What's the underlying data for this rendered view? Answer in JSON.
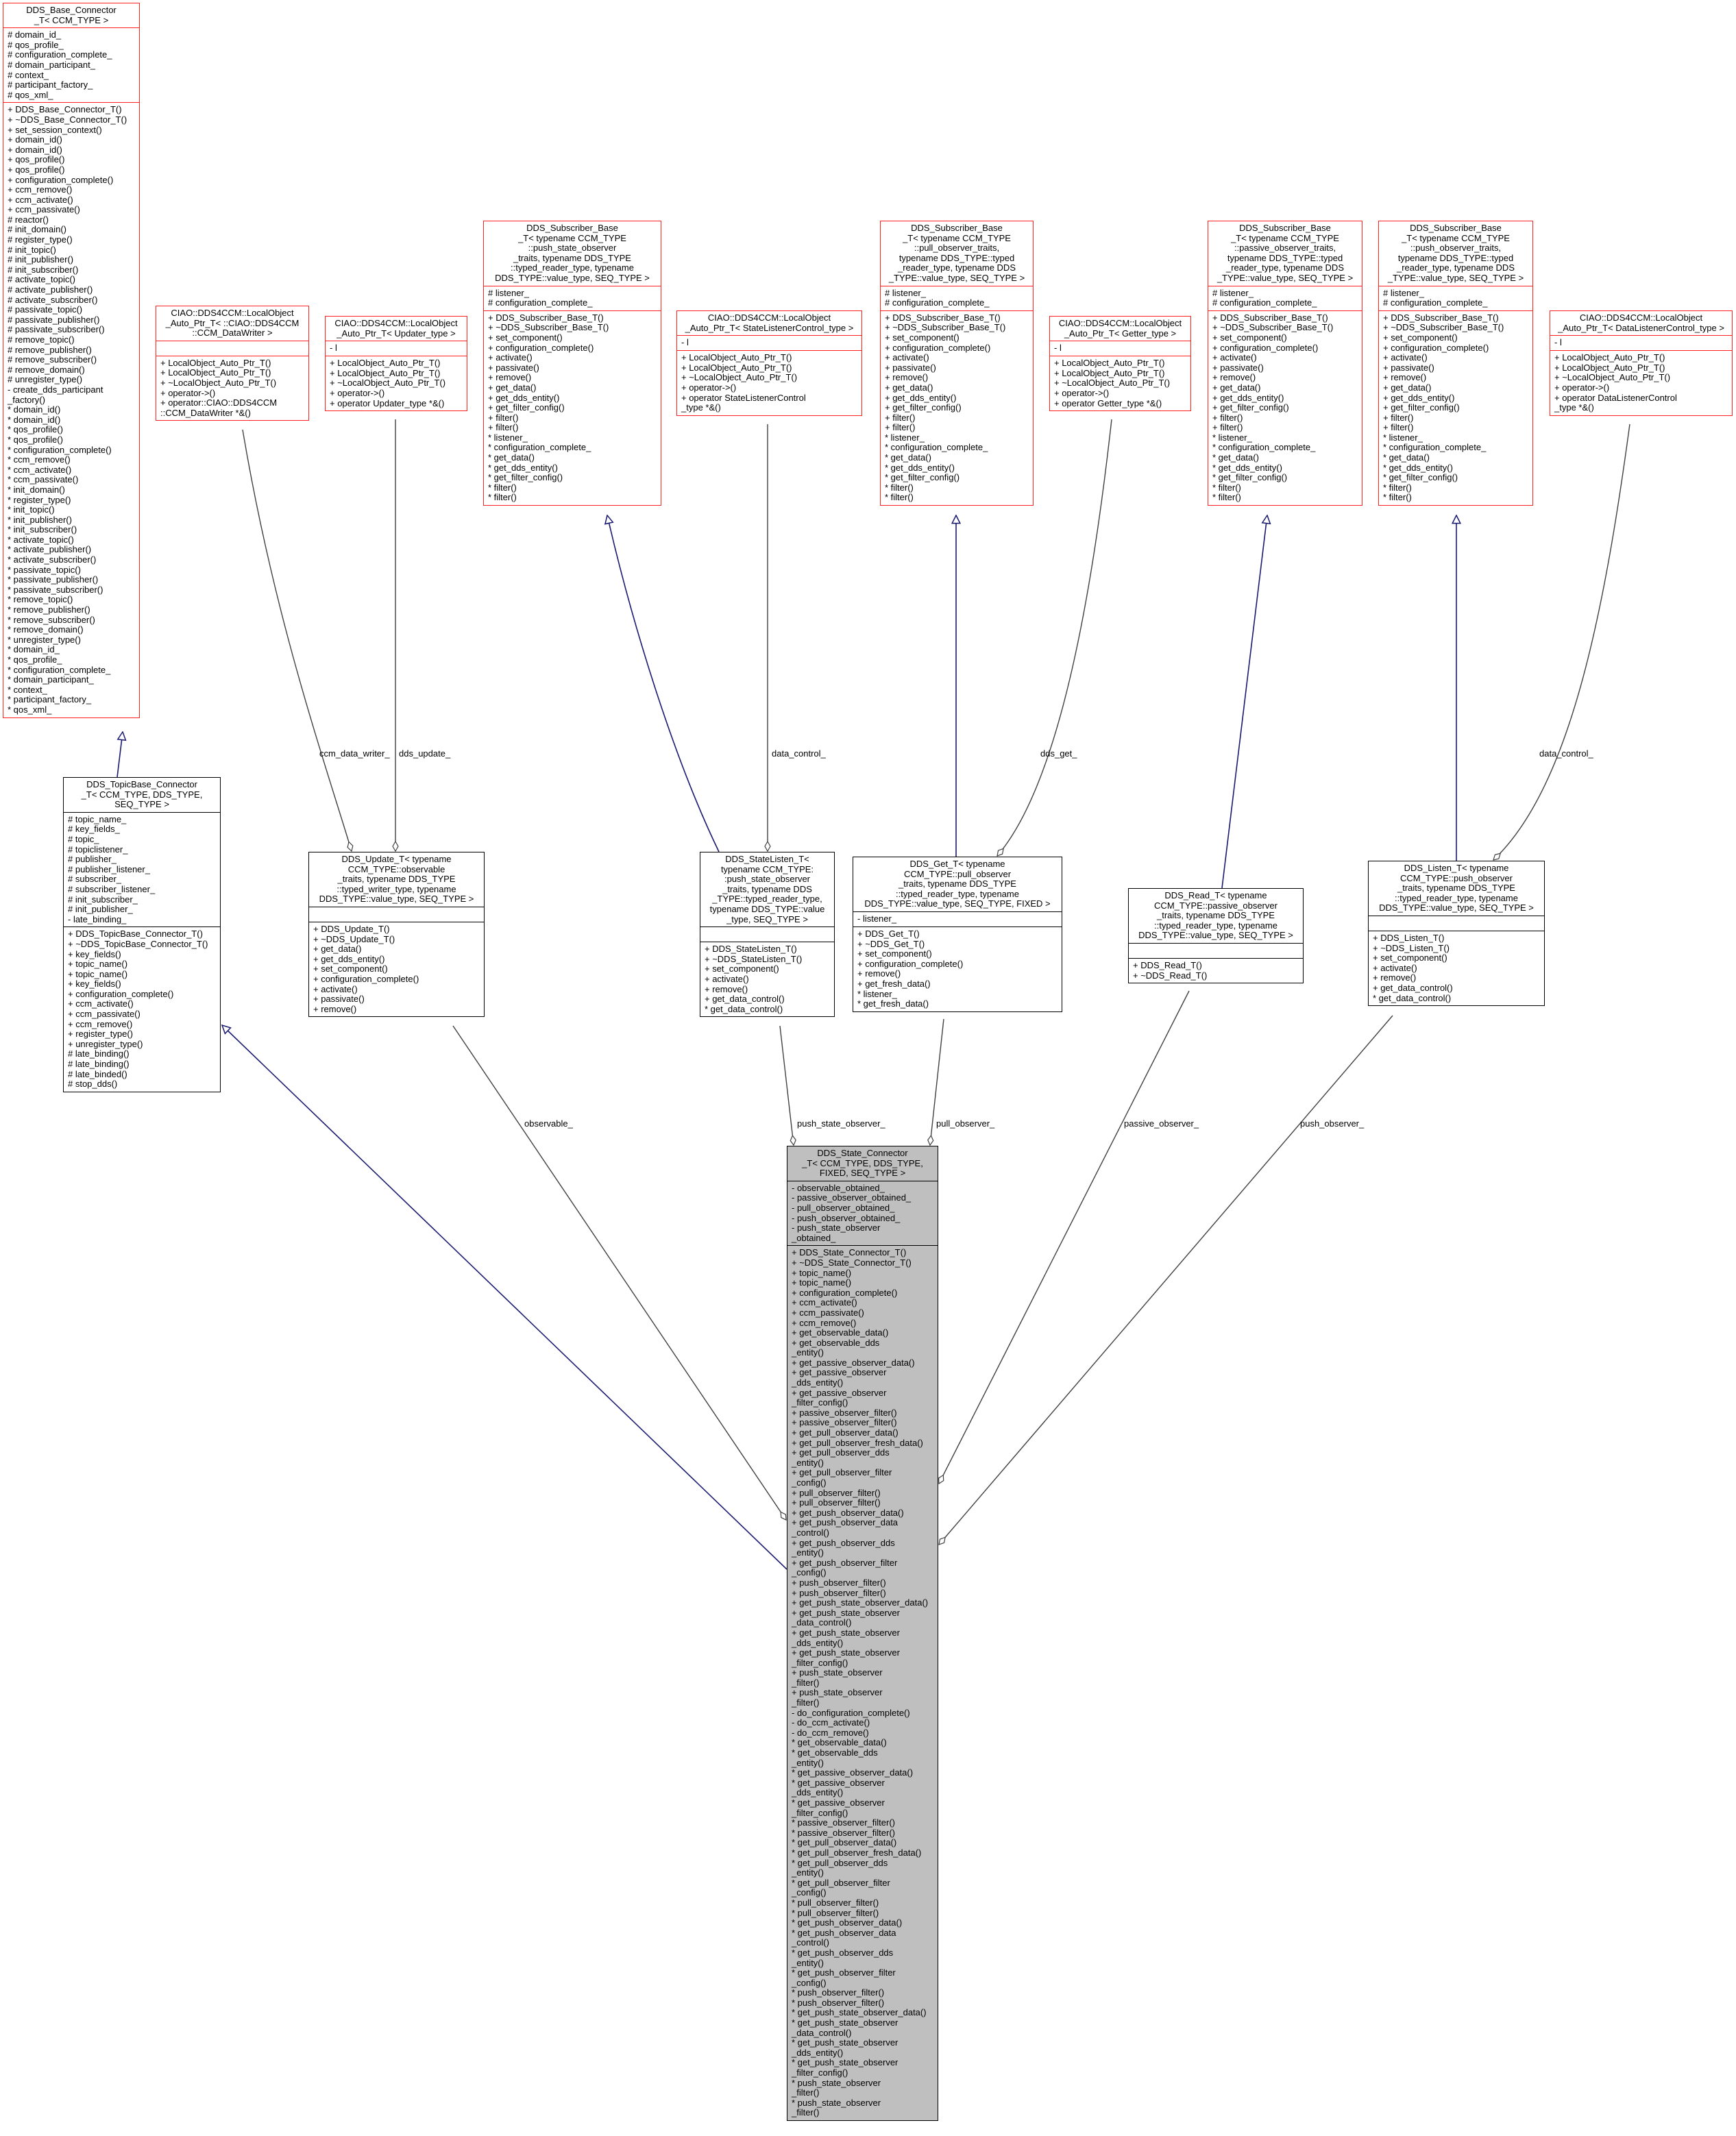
{
  "classes": [
    {
      "id": "base",
      "style": "red",
      "title": [
        "DDS_Base_Connector",
        "_T< CCM_TYPE >"
      ],
      "attrs": [
        "# domain_id_",
        "# qos_profile_",
        "# configuration_complete_",
        "# domain_participant_",
        "# context_",
        "# participant_factory_",
        "# qos_xml_"
      ],
      "methods": [
        "+ DDS_Base_Connector_T()",
        "+ ~DDS_Base_Connector_T()",
        "+ set_session_context()",
        "+ domain_id()",
        "+ domain_id()",
        "+ qos_profile()",
        "+ qos_profile()",
        "+ configuration_complete()",
        "+ ccm_remove()",
        "+ ccm_activate()",
        "+ ccm_passivate()",
        "# reactor()",
        "# init_domain()",
        "# register_type()",
        "# init_topic()",
        "# init_publisher()",
        "# init_subscriber()",
        "# activate_topic()",
        "# activate_publisher()",
        "# activate_subscriber()",
        "# passivate_topic()",
        "# passivate_publisher()",
        "# passivate_subscriber()",
        "# remove_topic()",
        "# remove_publisher()",
        "# remove_subscriber()",
        "# remove_domain()",
        "# unregister_type()",
        "- create_dds_participant",
        "_factory()",
        "* domain_id()",
        "* domain_id()",
        "* qos_profile()",
        "* qos_profile()",
        "* configuration_complete()",
        "* ccm_remove()",
        "* ccm_activate()",
        "* ccm_passivate()",
        "* init_domain()",
        "* register_type()",
        "* init_topic()",
        "* init_publisher()",
        "* init_subscriber()",
        "* activate_topic()",
        "* activate_publisher()",
        "* activate_subscriber()",
        "* passivate_topic()",
        "* passivate_publisher()",
        "* passivate_subscriber()",
        "* remove_topic()",
        "* remove_publisher()",
        "* remove_subscriber()",
        "* remove_domain()",
        "* unregister_type()",
        "* domain_id_",
        "* qos_profile_",
        "* configuration_complete_",
        "* domain_participant_",
        "* context_",
        "* participant_factory_",
        "* qos_xml_"
      ]
    },
    {
      "id": "topicbase",
      "style": "black",
      "title": [
        "DDS_TopicBase_Connector",
        "_T< CCM_TYPE, DDS_TYPE,",
        "SEQ_TYPE >"
      ],
      "attrs": [
        "# topic_name_",
        "# key_fields_",
        "# topic_",
        "# topiclistener_",
        "# publisher_",
        "# publisher_listener_",
        "# subscriber_",
        "# subscriber_listener_",
        "# init_subscriber_",
        "# init_publisher_",
        "- late_binding_"
      ],
      "methods": [
        "+ DDS_TopicBase_Connector_T()",
        "+ ~DDS_TopicBase_Connector_T()",
        "+ key_fields()",
        "+ topic_name()",
        "+ topic_name()",
        "+ key_fields()",
        "+ configuration_complete()",
        "+ ccm_activate()",
        "+ ccm_passivate()",
        "+ ccm_remove()",
        "+ register_type()",
        "+ unregister_type()",
        "# late_binding()",
        "# late_binding()",
        "# late_binded()",
        "# stop_dds()"
      ]
    },
    {
      "id": "ciao_datawriter",
      "style": "red",
      "title": [
        "CIAO::DDS4CCM::LocalObject",
        "_Auto_Ptr_T< ::CIAO::DDS4CCM",
        "::CCM_DataWriter >"
      ],
      "attrs": [],
      "methods": [
        "+ LocalObject_Auto_Ptr_T()",
        "+ LocalObject_Auto_Ptr_T()",
        "+ ~LocalObject_Auto_Ptr_T()",
        "+ operator->()",
        "+ operator::CIAO::DDS4CCM",
        "::CCM_DataWriter *&()"
      ]
    },
    {
      "id": "ciao_updater",
      "style": "red",
      "title": [
        "CIAO::DDS4CCM::LocalObject",
        "_Auto_Ptr_T< Updater_type >"
      ],
      "attrs": [
        "- l"
      ],
      "methods": [
        "+ LocalObject_Auto_Ptr_T()",
        "+ LocalObject_Auto_Ptr_T()",
        "+ ~LocalObject_Auto_Ptr_T()",
        "+ operator->()",
        "+ operator Updater_type *&()"
      ]
    },
    {
      "id": "sub_push_state",
      "style": "red",
      "title": [
        "DDS_Subscriber_Base",
        "_T< typename CCM_TYPE",
        "::push_state_observer",
        "_traits, typename DDS_TYPE",
        "::typed_reader_type, typename",
        "DDS_TYPE::value_type, SEQ_TYPE >"
      ],
      "attrs": [
        "# listener_",
        "# configuration_complete_"
      ],
      "methods": [
        "+ DDS_Subscriber_Base_T()",
        "+ ~DDS_Subscriber_Base_T()",
        "+ set_component()",
        "+ configuration_complete()",
        "+ activate()",
        "+ passivate()",
        "+ remove()",
        "+ get_data()",
        "+ get_dds_entity()",
        "+ get_filter_config()",
        "+ filter()",
        "+ filter()",
        "* listener_",
        "* configuration_complete_",
        "* get_data()",
        "* get_dds_entity()",
        "* get_filter_config()",
        "* filter()",
        "* filter()"
      ]
    },
    {
      "id": "ciao_statelistener",
      "style": "red",
      "title": [
        "CIAO::DDS4CCM::LocalObject",
        "_Auto_Ptr_T< StateListenerControl_type >"
      ],
      "attrs": [
        "- l"
      ],
      "methods": [
        "+ LocalObject_Auto_Ptr_T()",
        "+ LocalObject_Auto_Ptr_T()",
        "+ ~LocalObject_Auto_Ptr_T()",
        "+ operator->()",
        "+ operator StateListenerControl",
        "_type *&()"
      ]
    },
    {
      "id": "sub_pull",
      "style": "red",
      "title": [
        "DDS_Subscriber_Base",
        "_T< typename CCM_TYPE",
        "::pull_observer_traits,",
        "typename DDS_TYPE::typed",
        "_reader_type, typename DDS",
        "_TYPE::value_type, SEQ_TYPE >"
      ],
      "attrs": [
        "# listener_",
        "# configuration_complete_"
      ],
      "methods": [
        "+ DDS_Subscriber_Base_T()",
        "+ ~DDS_Subscriber_Base_T()",
        "+ set_component()",
        "+ configuration_complete()",
        "+ activate()",
        "+ passivate()",
        "+ remove()",
        "+ get_data()",
        "+ get_dds_entity()",
        "+ get_filter_config()",
        "+ filter()",
        "+ filter()",
        "* listener_",
        "* configuration_complete_",
        "* get_data()",
        "* get_dds_entity()",
        "* get_filter_config()",
        "* filter()",
        "* filter()"
      ]
    },
    {
      "id": "ciao_getter",
      "style": "red",
      "title": [
        "CIAO::DDS4CCM::LocalObject",
        "_Auto_Ptr_T< Getter_type >"
      ],
      "attrs": [
        "- l"
      ],
      "methods": [
        "+ LocalObject_Auto_Ptr_T()",
        "+ LocalObject_Auto_Ptr_T()",
        "+ ~LocalObject_Auto_Ptr_T()",
        "+ operator->()",
        "+ operator Getter_type *&()"
      ]
    },
    {
      "id": "sub_passive",
      "style": "red",
      "title": [
        "DDS_Subscriber_Base",
        "_T< typename CCM_TYPE",
        "::passive_observer_traits,",
        "typename DDS_TYPE::typed",
        "_reader_type, typename DDS",
        "_TYPE::value_type, SEQ_TYPE >"
      ],
      "attrs": [
        "# listener_",
        "# configuration_complete_"
      ],
      "methods": [
        "+ DDS_Subscriber_Base_T()",
        "+ ~DDS_Subscriber_Base_T()",
        "+ set_component()",
        "+ configuration_complete()",
        "+ activate()",
        "+ passivate()",
        "+ remove()",
        "+ get_data()",
        "+ get_dds_entity()",
        "+ get_filter_config()",
        "+ filter()",
        "+ filter()",
        "* listener_",
        "* configuration_complete_",
        "* get_data()",
        "* get_dds_entity()",
        "* get_filter_config()",
        "* filter()",
        "* filter()"
      ]
    },
    {
      "id": "sub_push",
      "style": "red",
      "title": [
        "DDS_Subscriber_Base",
        "_T< typename CCM_TYPE",
        "::push_observer_traits,",
        "typename DDS_TYPE::typed",
        "_reader_type, typename DDS",
        "_TYPE::value_type, SEQ_TYPE >"
      ],
      "attrs": [
        "# listener_",
        "# configuration_complete_"
      ],
      "methods": [
        "+ DDS_Subscriber_Base_T()",
        "+ ~DDS_Subscriber_Base_T()",
        "+ set_component()",
        "+ configuration_complete()",
        "+ activate()",
        "+ passivate()",
        "+ remove()",
        "+ get_data()",
        "+ get_dds_entity()",
        "+ get_filter_config()",
        "+ filter()",
        "+ filter()",
        "* listener_",
        "* configuration_complete_",
        "* get_data()",
        "* get_dds_entity()",
        "* get_filter_config()",
        "* filter()",
        "* filter()"
      ]
    },
    {
      "id": "ciao_datalistener",
      "style": "red",
      "title": [
        "CIAO::DDS4CCM::LocalObject",
        "_Auto_Ptr_T< DataListenerControl_type >"
      ],
      "attrs": [
        "- l"
      ],
      "methods": [
        "+ LocalObject_Auto_Ptr_T()",
        "+ LocalObject_Auto_Ptr_T()",
        "+ ~LocalObject_Auto_Ptr_T()",
        "+ operator->()",
        "+ operator DataListenerControl",
        "_type *&()"
      ]
    },
    {
      "id": "update",
      "style": "black",
      "title": [
        "DDS_Update_T< typename",
        "CCM_TYPE::observable",
        "_traits, typename DDS_TYPE",
        "::typed_writer_type, typename",
        "DDS_TYPE::value_type, SEQ_TYPE >"
      ],
      "attrs": [],
      "methods": [
        "+ DDS_Update_T()",
        "+ ~DDS_Update_T()",
        "+ get_data()",
        "+ get_dds_entity()",
        "+ set_component()",
        "+ configuration_complete()",
        "+ activate()",
        "+ passivate()",
        "+ remove()"
      ]
    },
    {
      "id": "statelisten",
      "style": "black",
      "title": [
        "DDS_StateListen_T<",
        "typename CCM_TYPE:",
        ":push_state_observer",
        "_traits, typename DDS",
        "_TYPE::typed_reader_type,",
        "typename DDS_TYPE::value",
        "_type, SEQ_TYPE >"
      ],
      "attrs": [],
      "methods": [
        "+ DDS_StateListen_T()",
        "+ ~DDS_StateListen_T()",
        "+ set_component()",
        "+ activate()",
        "+ remove()",
        "+ get_data_control()",
        "* get_data_control()"
      ]
    },
    {
      "id": "get",
      "style": "black",
      "title": [
        "DDS_Get_T< typename",
        "CCM_TYPE::pull_observer",
        "_traits, typename DDS_TYPE",
        "::typed_reader_type, typename",
        "DDS_TYPE::value_type, SEQ_TYPE, FIXED >"
      ],
      "attrs": [
        "- listener_"
      ],
      "methods": [
        "+ DDS_Get_T()",
        "+ ~DDS_Get_T()",
        "+ set_component()",
        "+ configuration_complete()",
        "+ remove()",
        "+ get_fresh_data()",
        "* listener_",
        "* get_fresh_data()"
      ]
    },
    {
      "id": "read",
      "style": "black",
      "title": [
        "DDS_Read_T< typename",
        "CCM_TYPE::passive_observer",
        "_traits, typename DDS_TYPE",
        "::typed_reader_type, typename",
        "DDS_TYPE::value_type, SEQ_TYPE >"
      ],
      "attrs": [],
      "methods": [
        "+ DDS_Read_T()",
        "+ ~DDS_Read_T()"
      ]
    },
    {
      "id": "listen",
      "style": "black",
      "title": [
        "DDS_Listen_T< typename",
        "CCM_TYPE::push_observer",
        "_traits, typename DDS_TYPE",
        "::typed_reader_type, typename",
        "DDS_TYPE::value_type, SEQ_TYPE >"
      ],
      "attrs": [],
      "methods": [
        "+ DDS_Listen_T()",
        "+ ~DDS_Listen_T()",
        "+ set_component()",
        "+ activate()",
        "+ remove()",
        "+ get_data_control()",
        "* get_data_control()"
      ]
    },
    {
      "id": "state",
      "style": "current",
      "title": [
        "DDS_State_Connector",
        "_T< CCM_TYPE, DDS_TYPE,",
        "FIXED, SEQ_TYPE >"
      ],
      "attrs": [
        "- observable_obtained_",
        "- passive_observer_obtained_",
        "- pull_observer_obtained_",
        "- push_observer_obtained_",
        "- push_state_observer",
        "_obtained_"
      ],
      "methods": [
        "+ DDS_State_Connector_T()",
        "+ ~DDS_State_Connector_T()",
        "+ topic_name()",
        "+ topic_name()",
        "+ configuration_complete()",
        "+ ccm_activate()",
        "+ ccm_passivate()",
        "+ ccm_remove()",
        "+ get_observable_data()",
        "+ get_observable_dds",
        "_entity()",
        "+ get_passive_observer_data()",
        "+ get_passive_observer",
        "_dds_entity()",
        "+ get_passive_observer",
        "_filter_config()",
        "+ passive_observer_filter()",
        "+ passive_observer_filter()",
        "+ get_pull_observer_data()",
        "+ get_pull_observer_fresh_data()",
        "+ get_pull_observer_dds",
        "_entity()",
        "+ get_pull_observer_filter",
        "_config()",
        "+ pull_observer_filter()",
        "+ pull_observer_filter()",
        "+ get_push_observer_data()",
        "+ get_push_observer_data",
        "_control()",
        "+ get_push_observer_dds",
        "_entity()",
        "+ get_push_observer_filter",
        "_config()",
        "+ push_observer_filter()",
        "+ push_observer_filter()",
        "+ get_push_state_observer_data()",
        "+ get_push_state_observer",
        "_data_control()",
        "+ get_push_state_observer",
        "_dds_entity()",
        "+ get_push_state_observer",
        "_filter_config()",
        "+ push_state_observer",
        "_filter()",
        "+ push_state_observer",
        "_filter()",
        "- do_configuration_complete()",
        "- do_ccm_activate()",
        "- do_ccm_remove()",
        "* get_observable_data()",
        "* get_observable_dds",
        "_entity()",
        "* get_passive_observer_data()",
        "* get_passive_observer",
        "_dds_entity()",
        "* get_passive_observer",
        "_filter_config()",
        "* passive_observer_filter()",
        "* passive_observer_filter()",
        "* get_pull_observer_data()",
        "* get_pull_observer_fresh_data()",
        "* get_pull_observer_dds",
        "_entity()",
        "* get_pull_observer_filter",
        "_config()",
        "* pull_observer_filter()",
        "* pull_observer_filter()",
        "* get_push_observer_data()",
        "* get_push_observer_data",
        "_control()",
        "* get_push_observer_dds",
        "_entity()",
        "* get_push_observer_filter",
        "_config()",
        "* push_observer_filter()",
        "* push_observer_filter()",
        "* get_push_state_observer_data()",
        "* get_push_state_observer",
        "_data_control()",
        "* get_push_state_observer",
        "_dds_entity()",
        "* get_push_state_observer",
        "_filter_config()",
        "* push_state_observer",
        "_filter()",
        "* push_state_observer",
        "_filter()"
      ]
    }
  ],
  "edge_labels": {
    "ccm_data_writer": "ccm_data_writer_",
    "dds_update": "dds_update_",
    "data_control_state": "data_control_",
    "dds_get": "dds_get_",
    "data_control_listen": "data_control_",
    "observable": "observable_",
    "push_state_observer": "push_state_observer_",
    "pull_observer": "pull_observer_",
    "passive_observer": "passive_observer_",
    "push_observer": "push_observer_"
  },
  "colors": {
    "inheritance": "#191970",
    "usage": "#404040",
    "class_border": "#ff0000",
    "current_fill": "#bfbfbf"
  }
}
